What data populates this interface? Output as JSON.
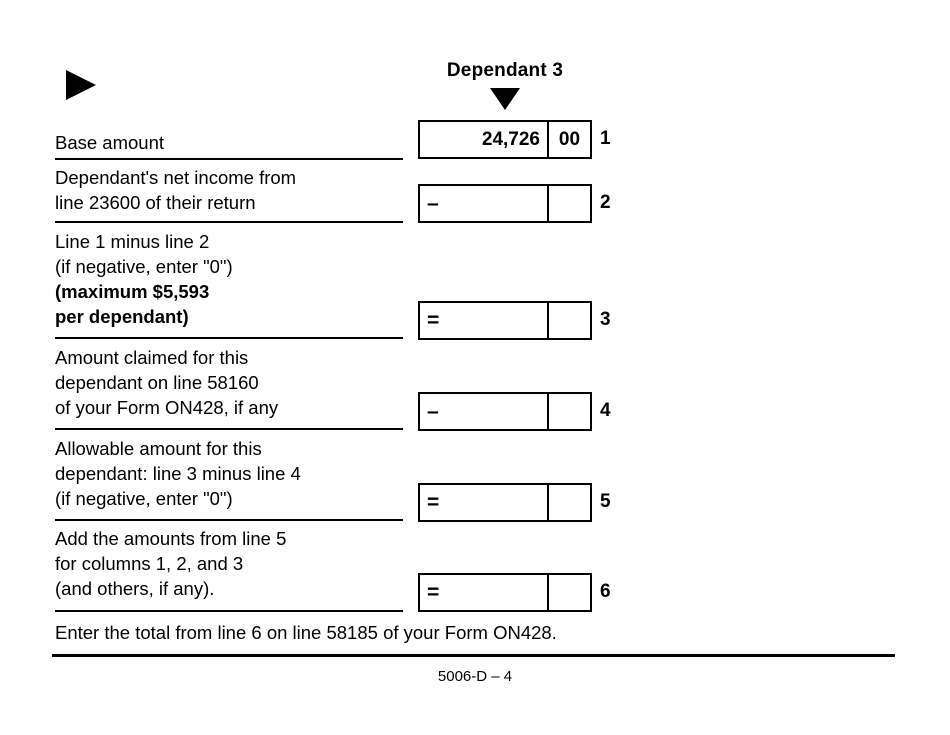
{
  "form": {
    "column_header": "Dependant 3",
    "markers": {
      "row_pointer_icon": "triangle-right-icon",
      "column_pointer_icon": "triangle-down-icon"
    },
    "rows": [
      {
        "line_number": "1",
        "label": "Base amount",
        "operator": "",
        "dollars": "24,726",
        "cents": "00"
      },
      {
        "line_number": "2",
        "label": "Dependant's net income from\nline 23600 of their return",
        "operator": "–",
        "dollars": "",
        "cents": ""
      },
      {
        "line_number": "3",
        "label": "Line 1 minus line 2\n(if negative, enter \"0\")",
        "label_bold": "(maximum $5,593\nper dependant)",
        "operator": "=",
        "dollars": "",
        "cents": ""
      },
      {
        "line_number": "4",
        "label": "Amount claimed for this\ndependant on line 58160\nof your Form ON428, if any",
        "operator": "–",
        "dollars": "",
        "cents": ""
      },
      {
        "line_number": "5",
        "label": "Allowable amount for this\ndependant: line 3 minus line 4\n(if negative, enter \"0\")",
        "operator": "=",
        "dollars": "",
        "cents": ""
      },
      {
        "line_number": "6",
        "label": "Add the amounts from line 5\nfor columns 1, 2, and 3\n(and others, if any).",
        "operator": "=",
        "dollars": "",
        "cents": ""
      }
    ],
    "closing_instruction": "Enter the total from line 6 on line 58185 of your Form ON428.",
    "page_identifier": "5006-D – 4"
  },
  "colors": {
    "ink": "#000000",
    "paper": "#ffffff"
  }
}
